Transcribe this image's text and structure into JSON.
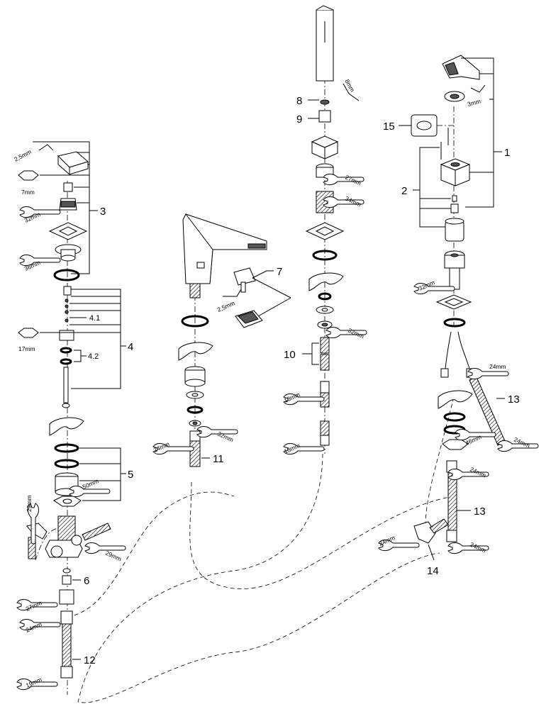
{
  "callouts": {
    "c1": "1",
    "c2": "2",
    "c3": "3",
    "c4": "4",
    "c4_1": "4.1",
    "c4_2": "4.2",
    "c5": "5",
    "c6": "6",
    "c7": "7",
    "c8": "8",
    "c9": "9",
    "c10": "10",
    "c11": "11",
    "c12": "12",
    "c13a": "13",
    "c13b": "13",
    "c14": "14",
    "c15": "15"
  },
  "tool_sizes": {
    "hex_2_5_left": "2,5mm",
    "hex_7": "7mm",
    "wrench_32_a": "32mm",
    "wrench_36": "36mm",
    "hex_17": "17mm",
    "wrench_50": "50mm",
    "wrench_29_top": "29mm",
    "wrench_29_side": "29mm",
    "wrench_27_left": "27mm",
    "wrench_24_left": "24mm",
    "wrench_19": "19mm",
    "hex_2_5_spout": "2,5mm",
    "wrench_24_spout": "24mm",
    "wrench_32_spout": "32mm",
    "hex_8": "8mm",
    "wrench_27_mid": "27mm",
    "wrench_34": "34mm",
    "wrench_32_mid": "32mm",
    "wrench_13_a": "13mm",
    "wrench_13_b": "13mm",
    "hex_3": "3mm",
    "wrench_32_right": "32mm",
    "wrench_24_hose": "24mm",
    "wrench_46": "46mm",
    "wrench_24_hose_b": "24mm",
    "wrench_24_hose_c": "24mm",
    "wrench_24_hose_d": "24mm",
    "wrench_24_elbow": "24mm"
  }
}
